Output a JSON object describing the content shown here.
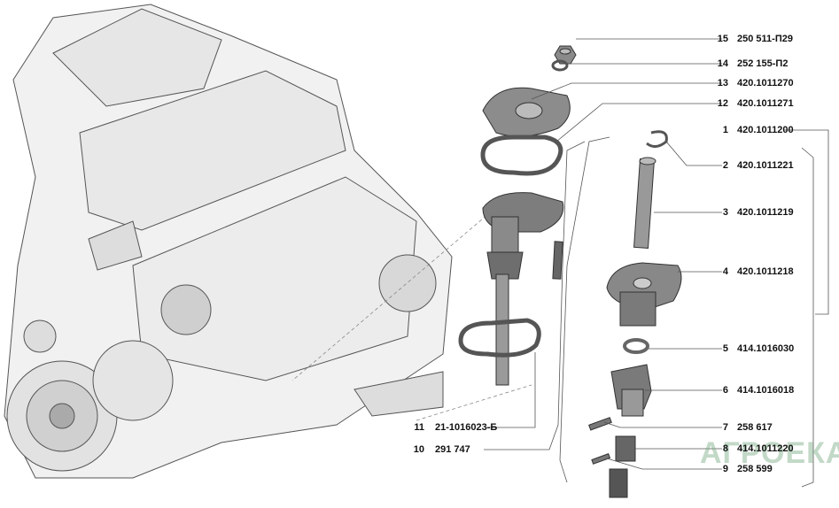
{
  "parts": [
    {
      "num": "15",
      "code": "250 511-П29"
    },
    {
      "num": "14",
      "code": "252 155-П2"
    },
    {
      "num": "13",
      "code": "420.1011270"
    },
    {
      "num": "12",
      "code": "420.1011271"
    },
    {
      "num": "1",
      "code": "420.1011200"
    },
    {
      "num": "2",
      "code": "420.1011221"
    },
    {
      "num": "3",
      "code": "420.1011219"
    },
    {
      "num": "4",
      "code": "420.1011218"
    },
    {
      "num": "5",
      "code": "414.1016030"
    },
    {
      "num": "6",
      "code": "414.1016018"
    },
    {
      "num": "7",
      "code": "258 617"
    },
    {
      "num": "8",
      "code": "414.1011220"
    },
    {
      "num": "9",
      "code": "258 599"
    },
    {
      "num": "11",
      "code": "21-1016023-Б"
    },
    {
      "num": "10",
      "code": "291 747"
    }
  ],
  "watermark": "АГРОЕКА"
}
